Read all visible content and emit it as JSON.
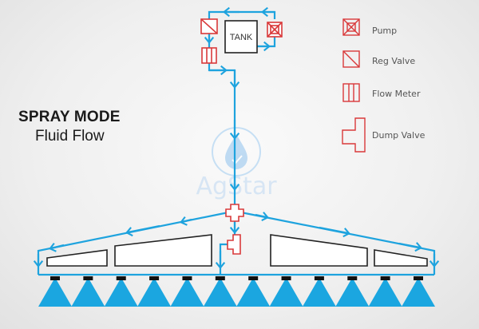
{
  "title": {
    "mode": "SPRAY MODE",
    "subtitle": "Fluid Flow"
  },
  "tank": {
    "label": "TANK"
  },
  "watermark": {
    "text": "AgStar"
  },
  "legend": {
    "items": [
      {
        "icon": "pump-icon",
        "label": "Pump"
      },
      {
        "icon": "reg-valve-icon",
        "label": "Reg Valve"
      },
      {
        "icon": "flow-meter-icon",
        "label": "Flow Meter"
      },
      {
        "icon": "dump-valve-icon",
        "label": "Dump Valve"
      }
    ]
  },
  "colors": {
    "pipe": "#1ea3de",
    "component": "#d9393a",
    "spray": "#1ba6e0",
    "nozzle": "#111111",
    "outline": "#222222"
  },
  "boom": {
    "nozzle_count": 12,
    "section_count": 4
  }
}
